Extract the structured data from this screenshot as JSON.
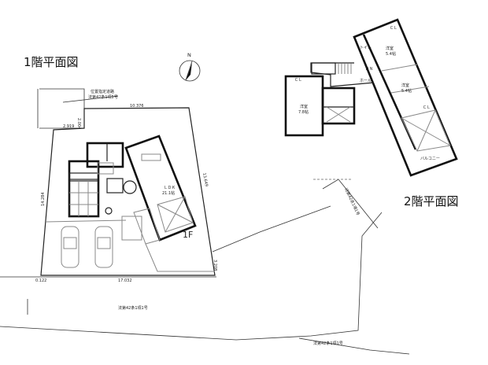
{
  "floor1": {
    "title": "1階平面図",
    "floor_mark": "1F",
    "north": "N",
    "ldk": {
      "name": "ＬＤＫ",
      "size": "21.1帖"
    },
    "road_note": {
      "line1": "位置指定道路",
      "line2": "法第42条1項5号"
    },
    "dimensions": {
      "top": "10.376",
      "notch_bottom": "2.919",
      "notch_side": "2.004",
      "left": "14.284",
      "right": "13.649",
      "right_lower": "3.208",
      "bottom": "17.032",
      "bottom_left": "0.122"
    },
    "road_bottom": "法第42条1項1号"
  },
  "floor2": {
    "title": "2階平面図",
    "rooms": [
      {
        "name": "洋室",
        "size": "5.4帖"
      },
      {
        "name": "洋室",
        "size": "5.4帖"
      },
      {
        "name": "洋室",
        "size": "7.8帖"
      }
    ],
    "hall": "ホール",
    "balcony": "バルコニー",
    "closet": "ＣＬ",
    "down": "ＤＮ",
    "toilet": "トイレ"
  },
  "road_right": "法第42条1項1号",
  "road_lower_right": "法第42条1項1号",
  "colors": {
    "line": "#111111",
    "background": "#ffffff"
  }
}
